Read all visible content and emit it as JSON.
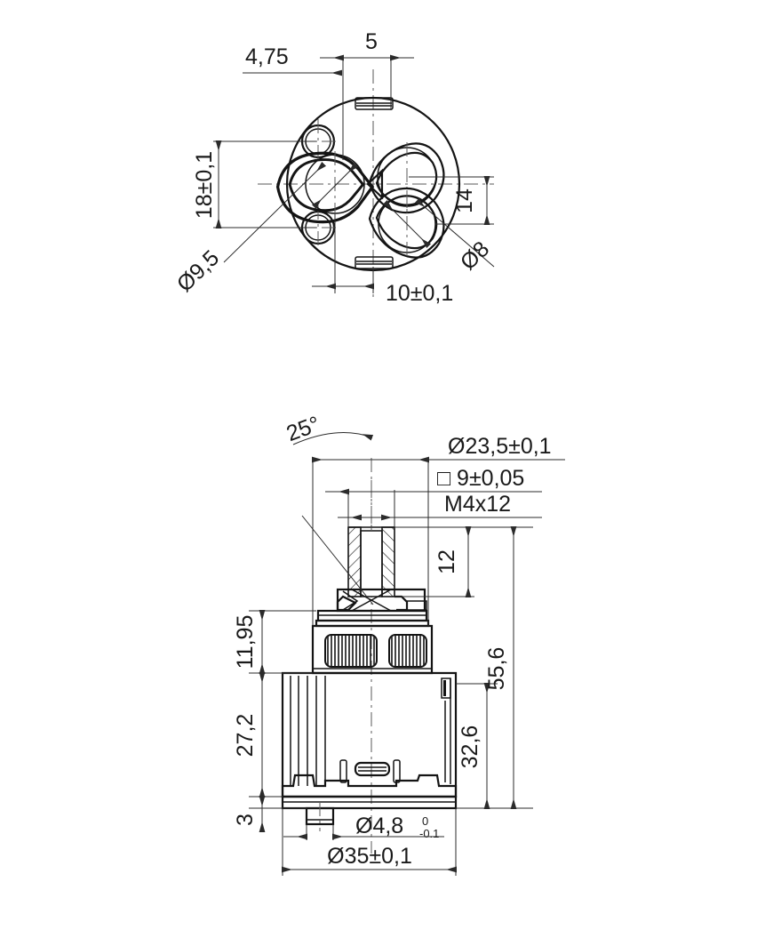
{
  "drawing": {
    "title": "Ceramic cartridge technical drawing",
    "units": "mm",
    "line_color": "#141414",
    "dim_color": "#2b2b2b",
    "center_color": "#5a5a5a",
    "background": "#ffffff"
  },
  "top_view": {
    "name": "bottom-face-view",
    "dimensions": {
      "d475": "4,75",
      "d5": "5",
      "d18": "18±0,1",
      "d14": "14",
      "d10": "10±0,1",
      "d95": "Ø9,5",
      "d8": "Ø8"
    }
  },
  "side_view": {
    "name": "cross-section-view",
    "dimensions": {
      "angle25": "25°",
      "d235": "Ø23,5±0,1",
      "sq9": "□ 9±0,05",
      "thread": "M4x12",
      "d12": "12",
      "d1195": "11,95",
      "d556": "55,6",
      "d272": "27,2",
      "d326": "32,6",
      "d3": "3",
      "d48": "Ø4,8",
      "d48_upper": "0",
      "d48_lower": "-0.1",
      "d35": "Ø35±0,1"
    }
  }
}
